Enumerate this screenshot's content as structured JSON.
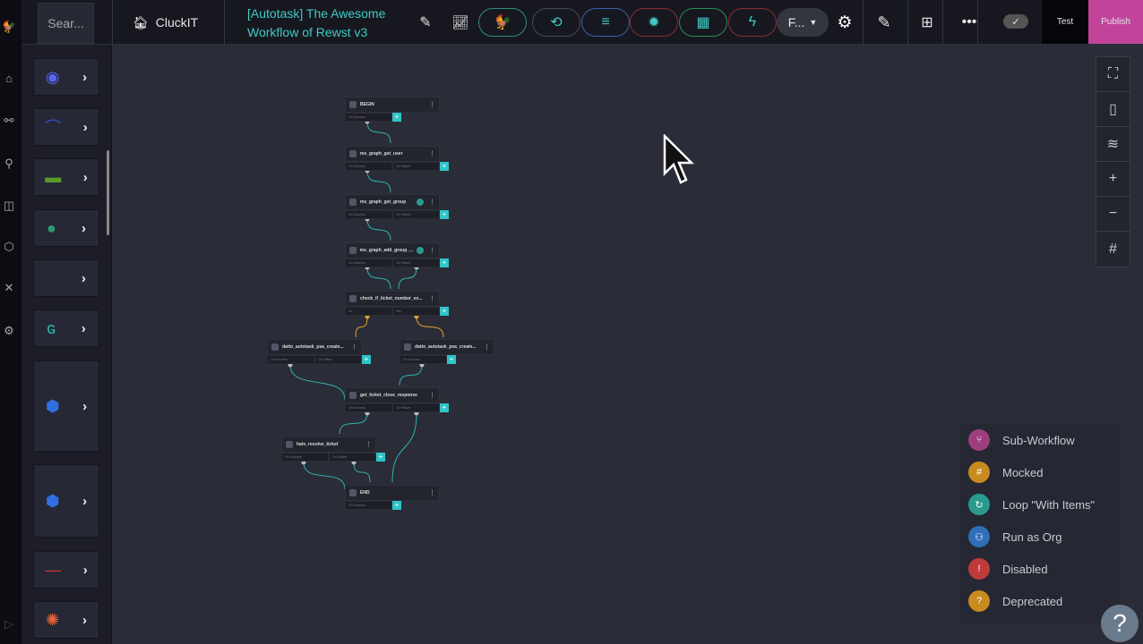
{
  "topbar": {
    "search_placeholder": "Sear...",
    "org_name": "CluckIT",
    "workflow_title_line1": "[Autotask] The Awesome",
    "workflow_title_line2": "Workflow of Rewst v3",
    "format_label": "F...",
    "test_label": "Test",
    "publish_label": "Publish",
    "publish_color": "#c2449a",
    "title_color": "#3fc9c4"
  },
  "pills": [
    {
      "icon": "rooster-icon",
      "color": "#2e8f7a"
    },
    {
      "icon": "history-gear-icon",
      "color": "#444a52"
    },
    {
      "icon": "lines-icon",
      "color": "#3a5ea8"
    },
    {
      "icon": "bug-icon",
      "color": "#8a2a34"
    },
    {
      "icon": "link-form-icon",
      "color": "#2e8a5a"
    },
    {
      "icon": "bolt-icon",
      "color": "#8a2a34"
    }
  ],
  "sidebar": {
    "items": [
      {
        "icon": "discord-icon"
      },
      {
        "icon": "curve-icon"
      },
      {
        "icon": "integration-icon"
      },
      {
        "icon": "chat-icon"
      },
      {
        "icon": "github-icon"
      },
      {
        "icon": "godaddy-icon"
      },
      {
        "icon": "hexagon-icon"
      },
      {
        "icon": "hexagon-icon"
      },
      {
        "icon": "wordmark-icon"
      },
      {
        "icon": "hubspot-icon"
      }
    ]
  },
  "nodes": [
    {
      "title": "BEGIN",
      "outs": [
        "On Success"
      ]
    },
    {
      "title": "ms_graph_get_user",
      "outs": [
        "On Success",
        "On Failure"
      ]
    },
    {
      "title": "ms_graph_get_group",
      "outs": [
        "On Success",
        "On Failure"
      ],
      "badge": "loop"
    },
    {
      "title": "ms_graph_add_group_...",
      "outs": [
        "On Success",
        "On Failure"
      ],
      "badge": "loop"
    },
    {
      "title": "check_if_ticket_number_ex...",
      "outs": [
        "No",
        "Yes"
      ]
    },
    {
      "title": "datto_autotask_psa_create...",
      "outs": [
        "On Success",
        "On Failure"
      ]
    },
    {
      "title": "datto_autotask_psa_create...",
      "outs": [
        "On Success"
      ]
    },
    {
      "title": "get_ticket_close_response",
      "outs": [
        "On Success",
        "On Failure"
      ]
    },
    {
      "title": "halo_resolve_ticket",
      "outs": [
        "On Success",
        "On Failure"
      ]
    },
    {
      "title": "END",
      "outs": [
        "On Success"
      ]
    }
  ],
  "legend": [
    {
      "label": "Sub-Workflow",
      "color": "#9c3f7c",
      "glyph": "⑂"
    },
    {
      "label": "Mocked",
      "color": "#c98a1e",
      "glyph": "#"
    },
    {
      "label": "Loop \"With Items\"",
      "color": "#2a9a8e",
      "glyph": "↻"
    },
    {
      "label": "Run as Org",
      "color": "#2f6fb8",
      "glyph": "⚇"
    },
    {
      "label": "Disabled",
      "color": "#c13a3a",
      "glyph": "!"
    },
    {
      "label": "Deprecated",
      "color": "#c98a1e",
      "glyph": "?"
    }
  ],
  "help": "?"
}
